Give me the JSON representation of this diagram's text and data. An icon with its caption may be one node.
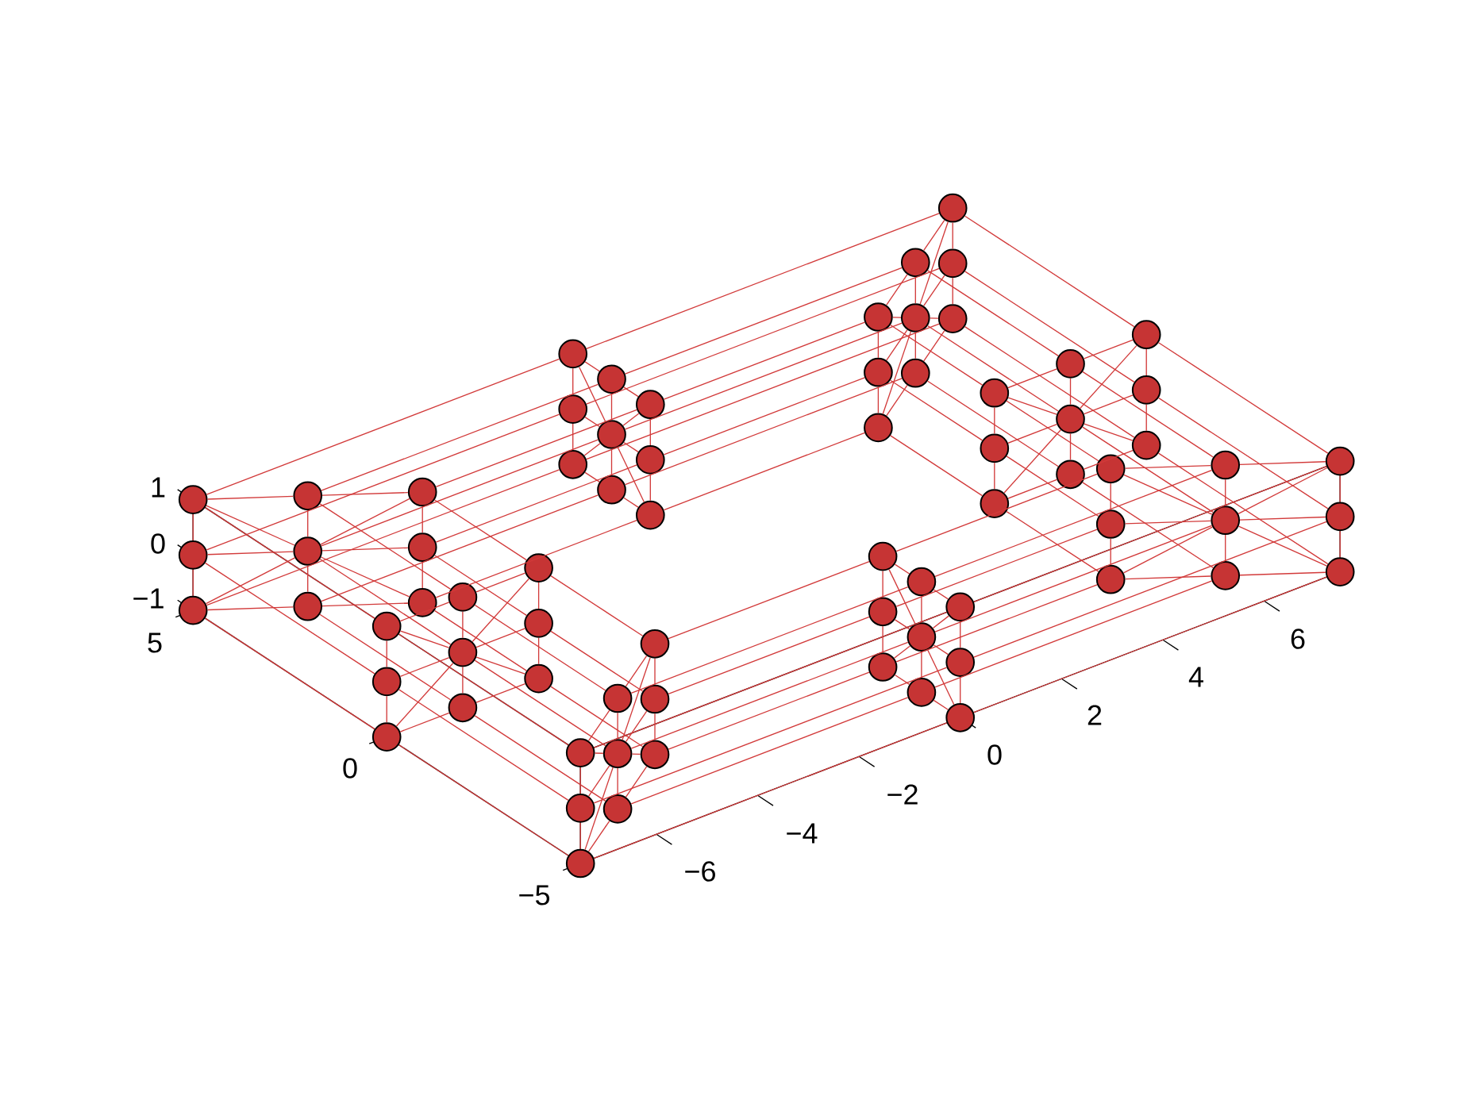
{
  "diagram": {
    "nodes": [
      {
        "text": [],
        "shape": "circle"
      },
      {
        "text": [],
        "shape": "circle"
      },
      {
        "text": [],
        "shape": "circle"
      },
      {
        "text": [],
        "shape": "circle"
      },
      {
        "text": [],
        "shape": "circle"
      },
      {
        "text": [],
        "shape": "circle"
      },
      {
        "text": [],
        "shape": "circle"
      },
      {
        "text": [],
        "shape": "circle"
      },
      {
        "text": [],
        "shape": "circle"
      },
      {
        "text": [],
        "shape": "circle"
      },
      {
        "text": [],
        "shape": "circle"
      },
      {
        "text": [],
        "shape": "circle"
      },
      {
        "text": [],
        "shape": "circle"
      },
      {
        "text": [],
        "shape": "circle"
      },
      {
        "text": [],
        "shape": "circle"
      },
      {
        "text": [],
        "shape": "circle"
      },
      {
        "text": [],
        "shape": "circle"
      },
      {
        "text": [],
        "shape": "circle"
      },
      {
        "text": [],
        "shape": "circle"
      },
      {
        "text": [],
        "shape": "circle"
      },
      {
        "text": [],
        "shape": "circle"
      },
      {
        "text": [],
        "shape": "circle"
      },
      {
        "text": [],
        "shape": "circle"
      },
      {
        "text": [],
        "shape": "circle"
      },
      {
        "text": [],
        "shape": "circle"
      },
      {
        "text": [],
        "shape": "circle"
      },
      {
        "text": [],
        "shape": "circle"
      },
      {
        "text": [],
        "shape": "circle"
      },
      {
        "text": [],
        "shape": "circle"
      },
      {
        "text": [],
        "shape": "circle"
      },
      {
        "text": [],
        "shape": "circle"
      },
      {
        "text": [],
        "shape": "circle"
      },
      {
        "text": [],
        "shape": "circle"
      },
      {
        "text": [],
        "shape": "circle"
      },
      {
        "text": [],
        "shape": "circle"
      },
      {
        "text": [],
        "shape": "circle"
      },
      {
        "text": [],
        "shape": "circle"
      },
      {
        "text": [],
        "shape": "circle"
      },
      {
        "text": [],
        "shape": "circle"
      },
      {
        "text": [],
        "shape": "circle"
      },
      {
        "text": [],
        "shape": "circle"
      },
      {
        "text": [],
        "shape": "circle"
      },
      {
        "text": [],
        "shape": "circle"
      },
      {
        "text": [],
        "shape": "circle"
      },
      {
        "text": [],
        "shape": "circle"
      },
      {
        "text": [],
        "shape": "circle"
      },
      {
        "text": [],
        "shape": "circle"
      },
      {
        "text": [],
        "shape": "circle"
      },
      {
        "text": [],
        "shape": "circle"
      },
      {
        "text": [],
        "shape": "circle"
      },
      {
        "text": [],
        "shape": "circle"
      },
      {
        "text": [],
        "shape": "circle"
      },
      {
        "text": [],
        "shape": "circle"
      },
      {
        "text": [],
        "shape": "circle"
      },
      {
        "text": [],
        "shape": "circle"
      },
      {
        "text": [],
        "shape": "circle"
      },
      {
        "text": [],
        "shape": "circle"
      },
      {
        "text": [],
        "shape": "circle"
      },
      {
        "text": [],
        "shape": "circle"
      },
      {
        "text": [],
        "shape": "circle"
      },
      {
        "text": [],
        "shape": "circle"
      },
      {
        "text": [],
        "shape": "circle"
      },
      {
        "text": [],
        "shape": "circle"
      },
      {
        "text": [],
        "shape": "circle"
      },
      {
        "text": [],
        "shape": "circle"
      },
      {
        "text": [],
        "shape": "circle"
      },
      {
        "text": [],
        "shape": "circle"
      },
      {
        "text": [],
        "shape": "circle"
      },
      {
        "text": [],
        "shape": "circle"
      },
      {
        "text": [],
        "shape": "circle"
      },
      {
        "text": [],
        "shape": "circle"
      },
      {
        "text": [],
        "shape": "circle"
      }
    ],
    "edges": [
      {
        "from": 0,
        "to": 1,
        "arrow": "none"
      },
      {
        "from": 1,
        "to": 2,
        "arrow": "none"
      },
      {
        "from": 3,
        "to": 4,
        "arrow": "none"
      },
      {
        "from": 4,
        "to": 5,
        "arrow": "none"
      },
      {
        "from": 6,
        "to": 7,
        "arrow": "none"
      },
      {
        "from": 7,
        "to": 8,
        "arrow": "none"
      },
      {
        "from": 0,
        "to": 3,
        "arrow": "none"
      },
      {
        "from": 3,
        "to": 6,
        "arrow": "none"
      },
      {
        "from": 1,
        "to": 4,
        "arrow": "none"
      },
      {
        "from": 4,
        "to": 7,
        "arrow": "none"
      },
      {
        "from": 2,
        "to": 5,
        "arrow": "none"
      },
      {
        "from": 5,
        "to": 8,
        "arrow": "none"
      },
      {
        "from": 4,
        "to": 0,
        "arrow": "none"
      },
      {
        "from": 4,
        "to": 2,
        "arrow": "none"
      },
      {
        "from": 4,
        "to": 6,
        "arrow": "none"
      },
      {
        "from": 4,
        "to": 8,
        "arrow": "none"
      },
      {
        "from": 0,
        "to": 9,
        "arrow": "none"
      },
      {
        "from": 1,
        "to": 10,
        "arrow": "none"
      },
      {
        "from": 2,
        "to": 11,
        "arrow": "none"
      },
      {
        "from": 3,
        "to": 12,
        "arrow": "none"
      },
      {
        "from": 4,
        "to": 13,
        "arrow": "none"
      },
      {
        "from": 5,
        "to": 14,
        "arrow": "none"
      },
      {
        "from": 6,
        "to": 15,
        "arrow": "none"
      },
      {
        "from": 7,
        "to": 16,
        "arrow": "none"
      },
      {
        "from": 8,
        "to": 17,
        "arrow": "none"
      },
      {
        "from": 9,
        "to": 10,
        "arrow": "none"
      },
      {
        "from": 10,
        "to": 11,
        "arrow": "none"
      },
      {
        "from": 12,
        "to": 13,
        "arrow": "none"
      },
      {
        "from": 13,
        "to": 14,
        "arrow": "none"
      },
      {
        "from": 15,
        "to": 16,
        "arrow": "none"
      },
      {
        "from": 16,
        "to": 17,
        "arrow": "none"
      },
      {
        "from": 9,
        "to": 12,
        "arrow": "none"
      },
      {
        "from": 12,
        "to": 15,
        "arrow": "none"
      },
      {
        "from": 10,
        "to": 13,
        "arrow": "none"
      },
      {
        "from": 13,
        "to": 16,
        "arrow": "none"
      },
      {
        "from": 11,
        "to": 14,
        "arrow": "none"
      },
      {
        "from": 14,
        "to": 17,
        "arrow": "none"
      },
      {
        "from": 13,
        "to": 9,
        "arrow": "none"
      },
      {
        "from": 13,
        "to": 11,
        "arrow": "none"
      },
      {
        "from": 13,
        "to": 15,
        "arrow": "none"
      },
      {
        "from": 13,
        "to": 17,
        "arrow": "none"
      },
      {
        "from": 9,
        "to": 18,
        "arrow": "none"
      },
      {
        "from": 10,
        "to": 19,
        "arrow": "none"
      },
      {
        "from": 11,
        "to": 20,
        "arrow": "none"
      },
      {
        "from": 12,
        "to": 21,
        "arrow": "none"
      },
      {
        "from": 13,
        "to": 22,
        "arrow": "none"
      },
      {
        "from": 14,
        "to": 23,
        "arrow": "none"
      },
      {
        "from": 15,
        "to": 24,
        "arrow": "none"
      },
      {
        "from": 16,
        "to": 25,
        "arrow": "none"
      },
      {
        "from": 17,
        "to": 26,
        "arrow": "none"
      },
      {
        "from": 18,
        "to": 19,
        "arrow": "none"
      },
      {
        "from": 19,
        "to": 20,
        "arrow": "none"
      },
      {
        "from": 21,
        "to": 22,
        "arrow": "none"
      },
      {
        "from": 22,
        "to": 23,
        "arrow": "none"
      },
      {
        "from": 24,
        "to": 25,
        "arrow": "none"
      },
      {
        "from": 25,
        "to": 26,
        "arrow": "none"
      },
      {
        "from": 18,
        "to": 21,
        "arrow": "none"
      },
      {
        "from": 21,
        "to": 24,
        "arrow": "none"
      },
      {
        "from": 19,
        "to": 22,
        "arrow": "none"
      },
      {
        "from": 22,
        "to": 25,
        "arrow": "none"
      },
      {
        "from": 20,
        "to": 23,
        "arrow": "none"
      },
      {
        "from": 23,
        "to": 26,
        "arrow": "none"
      },
      {
        "from": 22,
        "to": 18,
        "arrow": "none"
      },
      {
        "from": 22,
        "to": 20,
        "arrow": "none"
      },
      {
        "from": 22,
        "to": 24,
        "arrow": "none"
      },
      {
        "from": 22,
        "to": 26,
        "arrow": "none"
      },
      {
        "from": 18,
        "to": 27,
        "arrow": "none"
      },
      {
        "from": 19,
        "to": 28,
        "arrow": "none"
      },
      {
        "from": 20,
        "to": 29,
        "arrow": "none"
      },
      {
        "from": 21,
        "to": 30,
        "arrow": "none"
      },
      {
        "from": 22,
        "to": 31,
        "arrow": "none"
      },
      {
        "from": 23,
        "to": 32,
        "arrow": "none"
      },
      {
        "from": 24,
        "to": 33,
        "arrow": "none"
      },
      {
        "from": 25,
        "to": 34,
        "arrow": "none"
      },
      {
        "from": 26,
        "to": 35,
        "arrow": "none"
      },
      {
        "from": 27,
        "to": 28,
        "arrow": "none"
      },
      {
        "from": 28,
        "to": 29,
        "arrow": "none"
      },
      {
        "from": 30,
        "to": 31,
        "arrow": "none"
      },
      {
        "from": 31,
        "to": 32,
        "arrow": "none"
      },
      {
        "from": 33,
        "to": 34,
        "arrow": "none"
      },
      {
        "from": 34,
        "to": 35,
        "arrow": "none"
      },
      {
        "from": 27,
        "to": 30,
        "arrow": "none"
      },
      {
        "from": 30,
        "to": 33,
        "arrow": "none"
      },
      {
        "from": 28,
        "to": 31,
        "arrow": "none"
      },
      {
        "from": 31,
        "to": 34,
        "arrow": "none"
      },
      {
        "from": 29,
        "to": 32,
        "arrow": "none"
      },
      {
        "from": 32,
        "to": 35,
        "arrow": "none"
      },
      {
        "from": 31,
        "to": 27,
        "arrow": "none"
      },
      {
        "from": 31,
        "to": 29,
        "arrow": "none"
      },
      {
        "from": 31,
        "to": 33,
        "arrow": "none"
      },
      {
        "from": 31,
        "to": 35,
        "arrow": "none"
      },
      {
        "from": 27,
        "to": 36,
        "arrow": "none"
      },
      {
        "from": 28,
        "to": 37,
        "arrow": "none"
      },
      {
        "from": 29,
        "to": 38,
        "arrow": "none"
      },
      {
        "from": 30,
        "to": 39,
        "arrow": "none"
      },
      {
        "from": 31,
        "to": 40,
        "arrow": "none"
      },
      {
        "from": 32,
        "to": 41,
        "arrow": "none"
      },
      {
        "from": 33,
        "to": 42,
        "arrow": "none"
      },
      {
        "from": 34,
        "to": 43,
        "arrow": "none"
      },
      {
        "from": 35,
        "to": 44,
        "arrow": "none"
      },
      {
        "from": 36,
        "to": 37,
        "arrow": "none"
      },
      {
        "from": 37,
        "to": 38,
        "arrow": "none"
      },
      {
        "from": 39,
        "to": 40,
        "arrow": "none"
      },
      {
        "from": 40,
        "to": 41,
        "arrow": "none"
      },
      {
        "from": 42,
        "to": 43,
        "arrow": "none"
      },
      {
        "from": 43,
        "to": 44,
        "arrow": "none"
      },
      {
        "from": 36,
        "to": 39,
        "arrow": "none"
      },
      {
        "from": 39,
        "to": 42,
        "arrow": "none"
      },
      {
        "from": 37,
        "to": 40,
        "arrow": "none"
      },
      {
        "from": 40,
        "to": 43,
        "arrow": "none"
      },
      {
        "from": 38,
        "to": 41,
        "arrow": "none"
      },
      {
        "from": 41,
        "to": 44,
        "arrow": "none"
      },
      {
        "from": 40,
        "to": 36,
        "arrow": "none"
      },
      {
        "from": 40,
        "to": 38,
        "arrow": "none"
      },
      {
        "from": 40,
        "to": 42,
        "arrow": "none"
      },
      {
        "from": 40,
        "to": 44,
        "arrow": "none"
      },
      {
        "from": 36,
        "to": 45,
        "arrow": "none"
      },
      {
        "from": 37,
        "to": 46,
        "arrow": "none"
      },
      {
        "from": 38,
        "to": 47,
        "arrow": "none"
      },
      {
        "from": 39,
        "to": 48,
        "arrow": "none"
      },
      {
        "from": 40,
        "to": 49,
        "arrow": "none"
      },
      {
        "from": 41,
        "to": 50,
        "arrow": "none"
      },
      {
        "from": 42,
        "to": 51,
        "arrow": "none"
      },
      {
        "from": 43,
        "to": 52,
        "arrow": "none"
      },
      {
        "from": 44,
        "to": 53,
        "arrow": "none"
      },
      {
        "from": 45,
        "to": 46,
        "arrow": "none"
      },
      {
        "from": 46,
        "to": 47,
        "arrow": "none"
      },
      {
        "from": 48,
        "to": 49,
        "arrow": "none"
      },
      {
        "from": 49,
        "to": 50,
        "arrow": "none"
      },
      {
        "from": 51,
        "to": 52,
        "arrow": "none"
      },
      {
        "from": 52,
        "to": 53,
        "arrow": "none"
      },
      {
        "from": 45,
        "to": 48,
        "arrow": "none"
      },
      {
        "from": 48,
        "to": 51,
        "arrow": "none"
      },
      {
        "from": 46,
        "to": 49,
        "arrow": "none"
      },
      {
        "from": 49,
        "to": 52,
        "arrow": "none"
      },
      {
        "from": 47,
        "to": 50,
        "arrow": "none"
      },
      {
        "from": 50,
        "to": 53,
        "arrow": "none"
      },
      {
        "from": 49,
        "to": 45,
        "arrow": "none"
      },
      {
        "from": 49,
        "to": 47,
        "arrow": "none"
      },
      {
        "from": 49,
        "to": 51,
        "arrow": "none"
      },
      {
        "from": 49,
        "to": 53,
        "arrow": "none"
      },
      {
        "from": 45,
        "to": 54,
        "arrow": "none"
      },
      {
        "from": 46,
        "to": 55,
        "arrow": "none"
      },
      {
        "from": 47,
        "to": 56,
        "arrow": "none"
      },
      {
        "from": 48,
        "to": 57,
        "arrow": "none"
      },
      {
        "from": 49,
        "to": 58,
        "arrow": "none"
      },
      {
        "from": 50,
        "to": 59,
        "arrow": "none"
      },
      {
        "from": 51,
        "to": 60,
        "arrow": "none"
      },
      {
        "from": 52,
        "to": 61,
        "arrow": "none"
      },
      {
        "from": 53,
        "to": 62,
        "arrow": "none"
      },
      {
        "from": 54,
        "to": 55,
        "arrow": "none"
      },
      {
        "from": 55,
        "to": 56,
        "arrow": "none"
      },
      {
        "from": 57,
        "to": 58,
        "arrow": "none"
      },
      {
        "from": 58,
        "to": 59,
        "arrow": "none"
      },
      {
        "from": 60,
        "to": 61,
        "arrow": "none"
      },
      {
        "from": 61,
        "to": 62,
        "arrow": "none"
      },
      {
        "from": 54,
        "to": 57,
        "arrow": "none"
      },
      {
        "from": 57,
        "to": 60,
        "arrow": "none"
      },
      {
        "from": 55,
        "to": 58,
        "arrow": "none"
      },
      {
        "from": 58,
        "to": 61,
        "arrow": "none"
      },
      {
        "from": 56,
        "to": 59,
        "arrow": "none"
      },
      {
        "from": 59,
        "to": 62,
        "arrow": "none"
      },
      {
        "from": 58,
        "to": 54,
        "arrow": "none"
      },
      {
        "from": 58,
        "to": 56,
        "arrow": "none"
      },
      {
        "from": 58,
        "to": 60,
        "arrow": "none"
      },
      {
        "from": 58,
        "to": 62,
        "arrow": "none"
      },
      {
        "from": 54,
        "to": 63,
        "arrow": "none"
      },
      {
        "from": 55,
        "to": 64,
        "arrow": "none"
      },
      {
        "from": 56,
        "to": 65,
        "arrow": "none"
      },
      {
        "from": 57,
        "to": 66,
        "arrow": "none"
      },
      {
        "from": 58,
        "to": 67,
        "arrow": "none"
      },
      {
        "from": 59,
        "to": 68,
        "arrow": "none"
      },
      {
        "from": 60,
        "to": 69,
        "arrow": "none"
      },
      {
        "from": 61,
        "to": 70,
        "arrow": "none"
      },
      {
        "from": 62,
        "to": 71,
        "arrow": "none"
      },
      {
        "from": 63,
        "to": 64,
        "arrow": "none"
      },
      {
        "from": 64,
        "to": 65,
        "arrow": "none"
      },
      {
        "from": 66,
        "to": 67,
        "arrow": "none"
      },
      {
        "from": 67,
        "to": 68,
        "arrow": "none"
      },
      {
        "from": 69,
        "to": 70,
        "arrow": "none"
      },
      {
        "from": 70,
        "to": 71,
        "arrow": "none"
      },
      {
        "from": 63,
        "to": 66,
        "arrow": "none"
      },
      {
        "from": 66,
        "to": 69,
        "arrow": "none"
      },
      {
        "from": 64,
        "to": 67,
        "arrow": "none"
      },
      {
        "from": 67,
        "to": 70,
        "arrow": "none"
      },
      {
        "from": 65,
        "to": 68,
        "arrow": "none"
      },
      {
        "from": 68,
        "to": 71,
        "arrow": "none"
      },
      {
        "from": 67,
        "to": 63,
        "arrow": "none"
      },
      {
        "from": 67,
        "to": 65,
        "arrow": "none"
      },
      {
        "from": 67,
        "to": 69,
        "arrow": "none"
      },
      {
        "from": 67,
        "to": 71,
        "arrow": "none"
      },
      {
        "from": 63,
        "to": 0,
        "arrow": "none"
      },
      {
        "from": 64,
        "to": 1,
        "arrow": "none"
      },
      {
        "from": 65,
        "to": 2,
        "arrow": "none"
      },
      {
        "from": 66,
        "to": 3,
        "arrow": "none"
      },
      {
        "from": 67,
        "to": 4,
        "arrow": "none"
      },
      {
        "from": 68,
        "to": 5,
        "arrow": "none"
      },
      {
        "from": 69,
        "to": 6,
        "arrow": "none"
      },
      {
        "from": 70,
        "to": 7,
        "arrow": "none"
      },
      {
        "from": 71,
        "to": 8,
        "arrow": "none"
      }
    ],
    "labels": [
      "1",
      "0",
      "−1",
      "5",
      "0",
      "−5",
      "−6",
      "−4",
      "−2",
      "0",
      "2",
      "4",
      "6"
    ]
  }
}
